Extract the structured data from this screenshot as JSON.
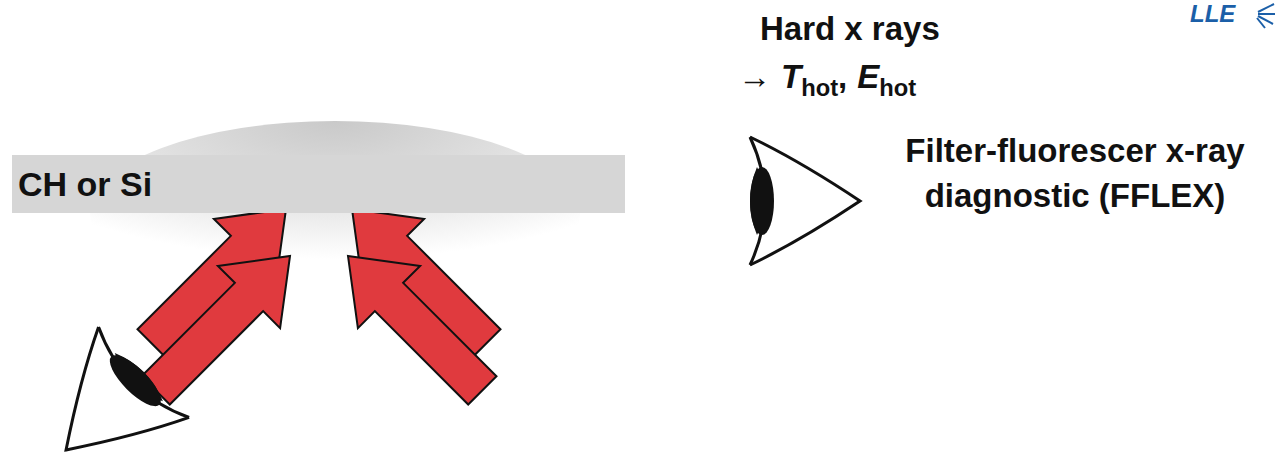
{
  "diagram": {
    "nodes": [
      {
        "text": [
          "CH or Si"
        ]
      }
    ],
    "labels": [
      "Hard x rays",
      "→",
      "T",
      "hot",
      ",",
      "E",
      "hot",
      "Filter-fluorescer x-ray diagnostic (FFLEX)",
      "LLE"
    ]
  }
}
